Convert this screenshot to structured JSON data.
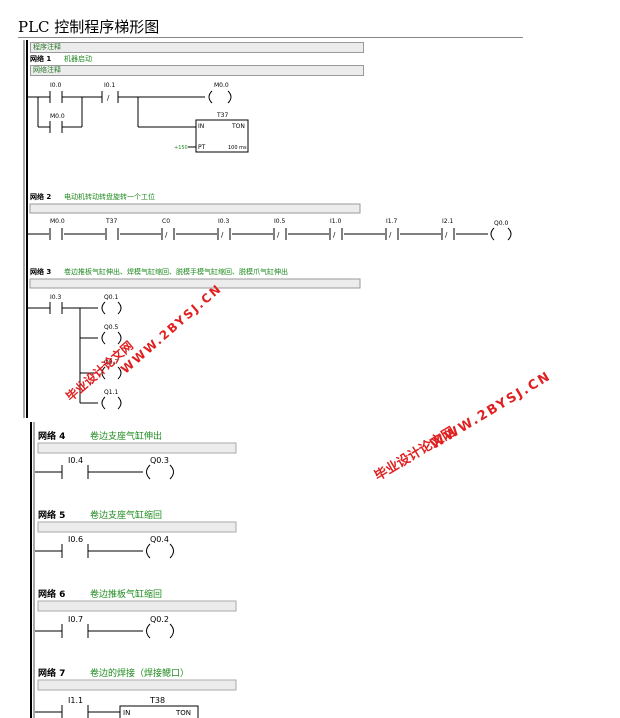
{
  "title": "PLC 控制程序梯形图",
  "program_comment": "程序注释",
  "network_comment": "网络注释",
  "networks": [
    {
      "label": "网络 1",
      "desc": "机器启动"
    },
    {
      "label": "网络 2",
      "desc": "电动机转动转盘旋转一个工位"
    },
    {
      "label": "网络 3",
      "desc": "卷边推板气缸伸出、焊模气缸缩回、脱模手模气缸缩回、脱模爪气缸伸出"
    },
    {
      "label": "网络 4",
      "desc": "卷边支座气缸伸出"
    },
    {
      "label": "网络 5",
      "desc": "卷边支座气缸缩回"
    },
    {
      "label": "网络 6",
      "desc": "卷边推板气缸缩回"
    },
    {
      "label": "网络 7",
      "desc": "卷边的焊接（焊接鳃口）"
    }
  ],
  "n1": {
    "c1": "I0.0",
    "c2": "I0.1",
    "c3": "M0.0",
    "coil": "M0.0",
    "timer": "T37",
    "in": "IN",
    "ton": "TON",
    "pt_val": "+150",
    "pt": "PT",
    "ms": "100 ms"
  },
  "n2": {
    "contacts": [
      "M0.0",
      "T37",
      "C0",
      "I0.3",
      "I0.5",
      "I1.0",
      "I1.7",
      "I2.1"
    ],
    "coil": "Q0.0"
  },
  "n3": {
    "contact": "I0.3",
    "coils": [
      "Q0.1",
      "Q0.5",
      "Q0.7",
      "Q1.1"
    ]
  },
  "n4": {
    "contact": "I0.4",
    "coil": "Q0.3"
  },
  "n5": {
    "contact": "I0.6",
    "coil": "Q0.4"
  },
  "n6": {
    "contact": "I0.7",
    "coil": "Q0.2"
  },
  "n7": {
    "contact": "I1.1",
    "timer": "T38",
    "in": "IN",
    "ton": "TON"
  },
  "watermarks": [
    "毕业设计论文网",
    "WWW.2BYSJ.CN"
  ],
  "colors": {
    "comment_text": "#1e8a1e",
    "watermark": "#e02020",
    "comment_bar": "#ececec"
  }
}
